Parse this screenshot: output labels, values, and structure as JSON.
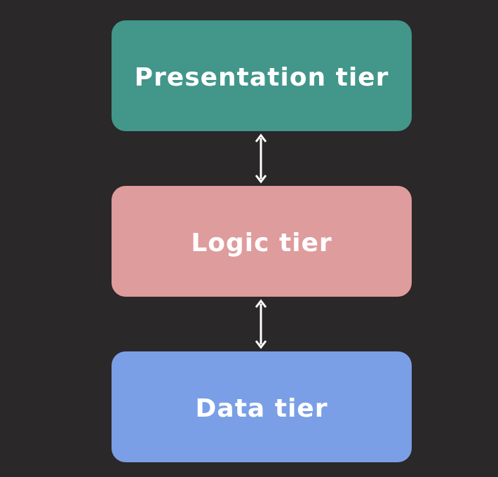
{
  "tiers": [
    {
      "label": "Presentation tier",
      "color": "#42968a"
    },
    {
      "label": "Logic tier",
      "color": "#df9c9d"
    },
    {
      "label": "Data tier",
      "color": "#7b9fe6"
    }
  ],
  "connectors": [
    {
      "from": "Presentation tier",
      "to": "Logic tier",
      "direction": "bidirectional",
      "color": "#ffffff"
    },
    {
      "from": "Logic tier",
      "to": "Data tier",
      "direction": "bidirectional",
      "color": "#ffffff"
    }
  ]
}
